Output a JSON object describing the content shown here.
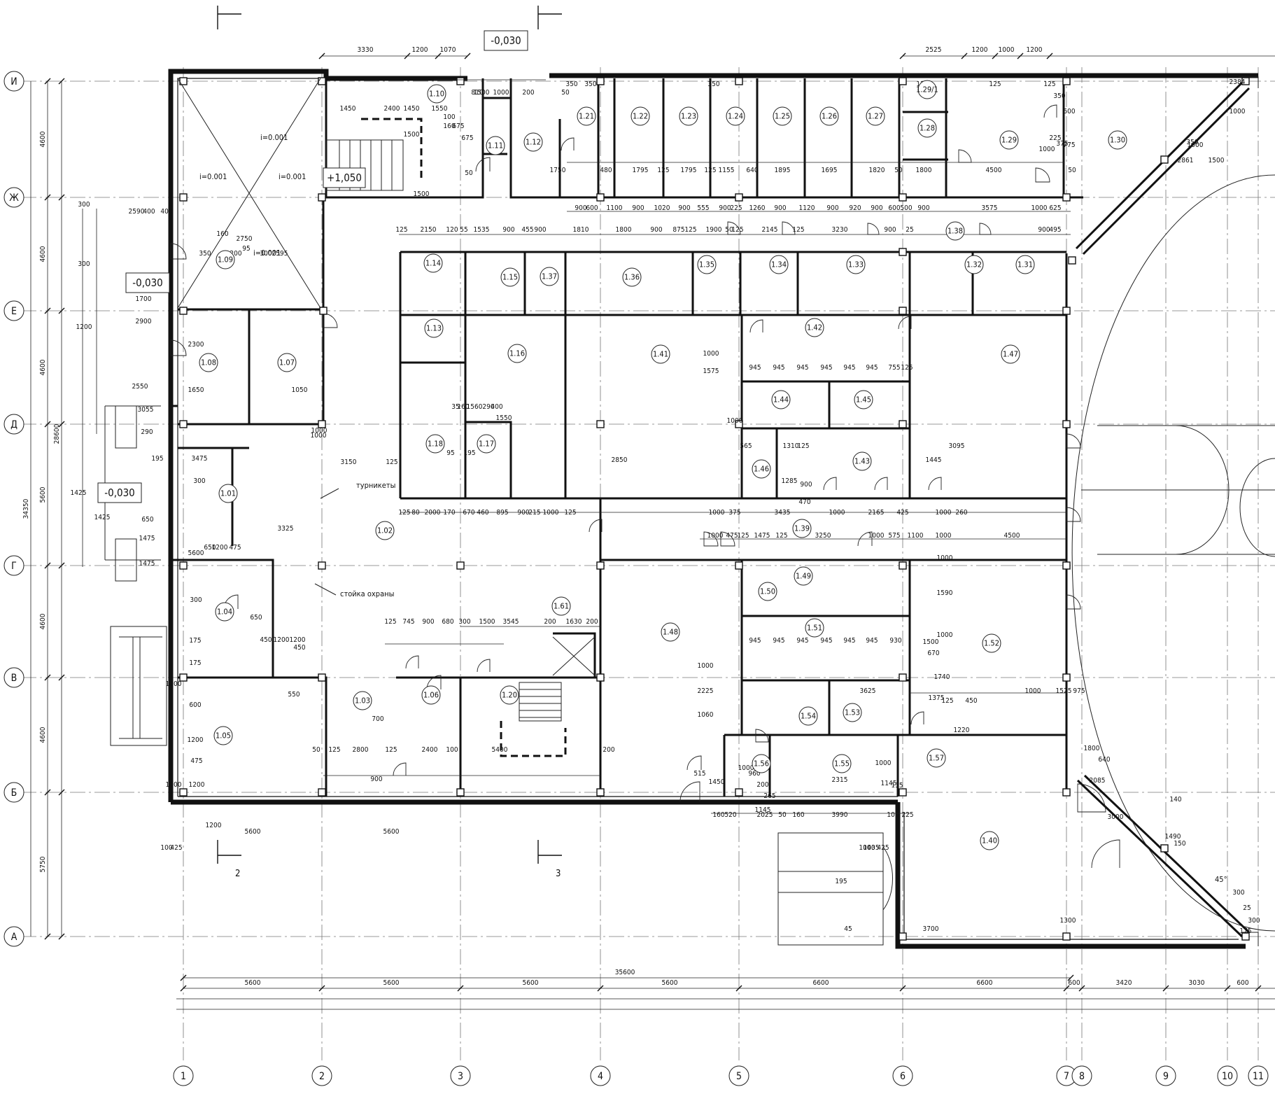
{
  "levels": [
    "-0,030",
    "-0,030",
    "-0,030",
    "+1,050"
  ],
  "slopes": [
    "i=0.001",
    "i=0.001",
    "i=0.001",
    "i=0.001"
  ],
  "notes": {
    "turnstiles": "турникеты",
    "guard": "стойка охраны",
    "angle": "45°"
  },
  "sections": [
    "2",
    "3"
  ],
  "axes_h": [
    "1",
    "2",
    "3",
    "4",
    "5",
    "6",
    "7",
    "8",
    "9",
    "10",
    "11"
  ],
  "axes_v": [
    "И",
    "Ж",
    "Е",
    "Д",
    "Г",
    "В",
    "Б",
    "А"
  ],
  "rooms": [
    "1.01",
    "1.02",
    "1.03",
    "1.04",
    "1.05",
    "1.06",
    "1.07",
    "1.08",
    "1.09",
    "1.10",
    "1.11",
    "1.12",
    "1.13",
    "1.14",
    "1.15",
    "1.16",
    "1.17",
    "1.18",
    "1.20",
    "1.21",
    "1.22",
    "1.23",
    "1.24",
    "1.25",
    "1.26",
    "1.27",
    "1.28",
    "1.29",
    "1.29/1",
    "1.30",
    "1.31",
    "1.32",
    "1.33",
    "1.34",
    "1.35",
    "1.36",
    "1.37",
    "1.38",
    "1.39",
    "1.40",
    "1.41",
    "1.42",
    "1.43",
    "1.44",
    "1.45",
    "1.46",
    "1.47",
    "1.48",
    "1.49",
    "1.50",
    "1.51",
    "1.52",
    "1.53",
    "1.54",
    "1.55",
    "1.56",
    "1.57",
    "1.61"
  ],
  "dims": {
    "bottom_total": "35600",
    "bottom_spans": [
      "5600",
      "5600",
      "5600",
      "5600",
      "6600",
      "6600",
      "600",
      "3420",
      "3030",
      "600"
    ],
    "bottom_sub": [
      "5600",
      "5600"
    ],
    "bottom_small": [
      "100",
      "425",
      "100",
      "425",
      "100",
      "435"
    ],
    "left_total": "34350",
    "left_mid": "28600",
    "left_spans": [
      "4600",
      "4600",
      "4600",
      "5600",
      "4600",
      "4600",
      "5750"
    ],
    "top_a": [
      "3330",
      "1200",
      "1070"
    ],
    "top_b": [
      "2525",
      "1200",
      "1000",
      "1200"
    ],
    "row_h": [
      "900",
      "600",
      "1100",
      "900",
      "1020",
      "900",
      "555",
      "900",
      "225",
      "1260",
      "900",
      "1120",
      "900",
      "920",
      "900",
      "600",
      "500",
      "900",
      "3575",
      "1000",
      "625"
    ],
    "row_e": [
      "125",
      "2150",
      "120",
      "55",
      "1535",
      "900",
      "455",
      "900",
      "1810",
      "1800",
      "900",
      "875",
      "125",
      "1900",
      "50",
      "125",
      "2145",
      "125",
      "3230",
      "900",
      "25",
      "900",
      "495"
    ],
    "row_i": [
      "1750",
      "480",
      "1795",
      "125",
      "1795",
      "125",
      "1155",
      "640",
      "1895",
      "1695",
      "1820",
      "50",
      "1800",
      "4500",
      "50"
    ],
    "row_b": [
      "125",
      "80",
      "2000",
      "170",
      "670",
      "460",
      "895",
      "900",
      "215",
      "1000",
      "125"
    ],
    "row_c": [
      "1000",
      "375",
      "3435",
      "1000",
      "2165",
      "425",
      "1000",
      "260"
    ],
    "row_g": [
      "1000",
      "475",
      "125",
      "1475",
      "125",
      "3250",
      "1000",
      "575",
      "1100",
      "1000",
      "4500"
    ],
    "row_w": [
      "3545",
      "200",
      "1630",
      "200",
      "125",
      "745",
      "900",
      "680",
      "300",
      "1500"
    ],
    "row_v": [
      "945",
      "945",
      "945",
      "945",
      "945",
      "945",
      "755",
      "125"
    ],
    "row_v2": [
      "945",
      "945",
      "945",
      "945",
      "945",
      "945",
      "930"
    ],
    "row_bb": [
      "50",
      "125",
      "2800",
      "125",
      "2400",
      "100",
      "5400",
      "200"
    ],
    "row_bot": [
      "160",
      "520",
      "2025",
      "50",
      "160",
      "3990",
      "100",
      "225"
    ],
    "misc": [
      "1450",
      "2400",
      "1450",
      "1550",
      "100",
      "160",
      "675",
      "1500",
      "1500",
      "1500",
      "675",
      "50",
      "810",
      "1000",
      "200",
      "50",
      "350",
      "350",
      "350",
      "125",
      "125",
      "125",
      "1000",
      "775",
      "225",
      "375",
      "350",
      "600",
      "1200",
      "475",
      "3325",
      "3150",
      "125",
      "95",
      "195",
      "35",
      "160",
      "1560",
      "290",
      "400",
      "1550",
      "2850",
      "1000",
      "1575",
      "1000",
      "565",
      "1310",
      "125",
      "1285",
      "900",
      "470",
      "1445",
      "1000",
      "1590",
      "1000",
      "1740",
      "1500",
      "670",
      "1375",
      "1000",
      "2225",
      "1060",
      "515",
      "1450",
      "1000",
      "960",
      "200",
      "265",
      "1145",
      "2315",
      "1000",
      "1145",
      "135",
      "140",
      "2085",
      "195",
      "45",
      "3700",
      "1300",
      "3000",
      "1000",
      "1000",
      "350",
      "2861",
      "1500",
      "2384",
      "1800",
      "640",
      "1490",
      "150",
      "300",
      "25",
      "300",
      "175",
      "350",
      "200",
      "300",
      "2595",
      "160",
      "2750",
      "95",
      "2590",
      "400",
      "400",
      "300",
      "300",
      "1200",
      "1700",
      "2900",
      "2300",
      "1650",
      "1050",
      "1000",
      "1000",
      "2550",
      "3055",
      "290",
      "195",
      "3475",
      "300",
      "650",
      "1475",
      "1425",
      "1425",
      "1475",
      "650",
      "5600",
      "300",
      "175",
      "175",
      "600",
      "1200",
      "475",
      "1200",
      "1200",
      "1200",
      "1200",
      "1200",
      "1200",
      "450",
      "650",
      "450",
      "550",
      "900",
      "700",
      "125",
      "450",
      "1000",
      "1525",
      "975",
      "3625",
      "1220",
      "3095",
      "105",
      "340",
      "160",
      "1000",
      "1000"
    ]
  }
}
